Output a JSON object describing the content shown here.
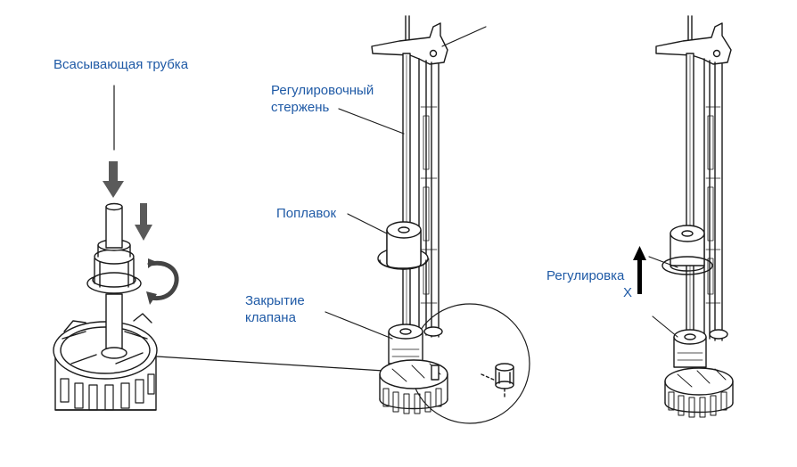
{
  "labels": {
    "suction_tube": "Всасывающая трубка",
    "adjust_rod_line1": "Регулировочный",
    "adjust_rod_line2": "стержень",
    "float": "Поплавок",
    "valve_close_line1": "Закрытие",
    "valve_close_line2": "клапана",
    "adjustment": "Регулировка",
    "adjustment_x": "X"
  },
  "colors": {
    "label_text": "#1f5aa6",
    "line": "#1a1a1a",
    "arrow": "#555555",
    "arrow_up": "#000000"
  }
}
